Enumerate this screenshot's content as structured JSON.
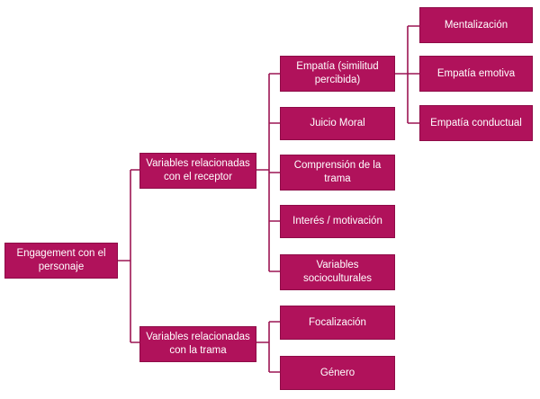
{
  "colors": {
    "box": "#b0125b",
    "line": "#9c1553",
    "text": "#ffffff"
  },
  "nodes": {
    "root": "Engagement con el personaje",
    "receptor": "Variables relacionadas con el receptor",
    "trama": "Variables relacionadas con la trama",
    "empatia": "Empatía (similitud percibida)",
    "juicio": "Juicio Moral",
    "comprension": "Comprensión de la trama",
    "interes": "Interés / motivación",
    "socio": "Variables socioculturales",
    "focalizacion": "Focalización",
    "genero": "Género",
    "mentalizacion": "Mentalización",
    "emotiva": "Empatía emotiva",
    "conductual": "Empatía conductual"
  },
  "edges": [
    [
      "root",
      "receptor"
    ],
    [
      "root",
      "trama"
    ],
    [
      "receptor",
      "empatia"
    ],
    [
      "receptor",
      "juicio"
    ],
    [
      "receptor",
      "comprension"
    ],
    [
      "receptor",
      "interes"
    ],
    [
      "receptor",
      "socio"
    ],
    [
      "trama",
      "focalizacion"
    ],
    [
      "trama",
      "genero"
    ],
    [
      "empatia",
      "mentalizacion"
    ],
    [
      "empatia",
      "emotiva"
    ],
    [
      "empatia",
      "conductual"
    ]
  ]
}
